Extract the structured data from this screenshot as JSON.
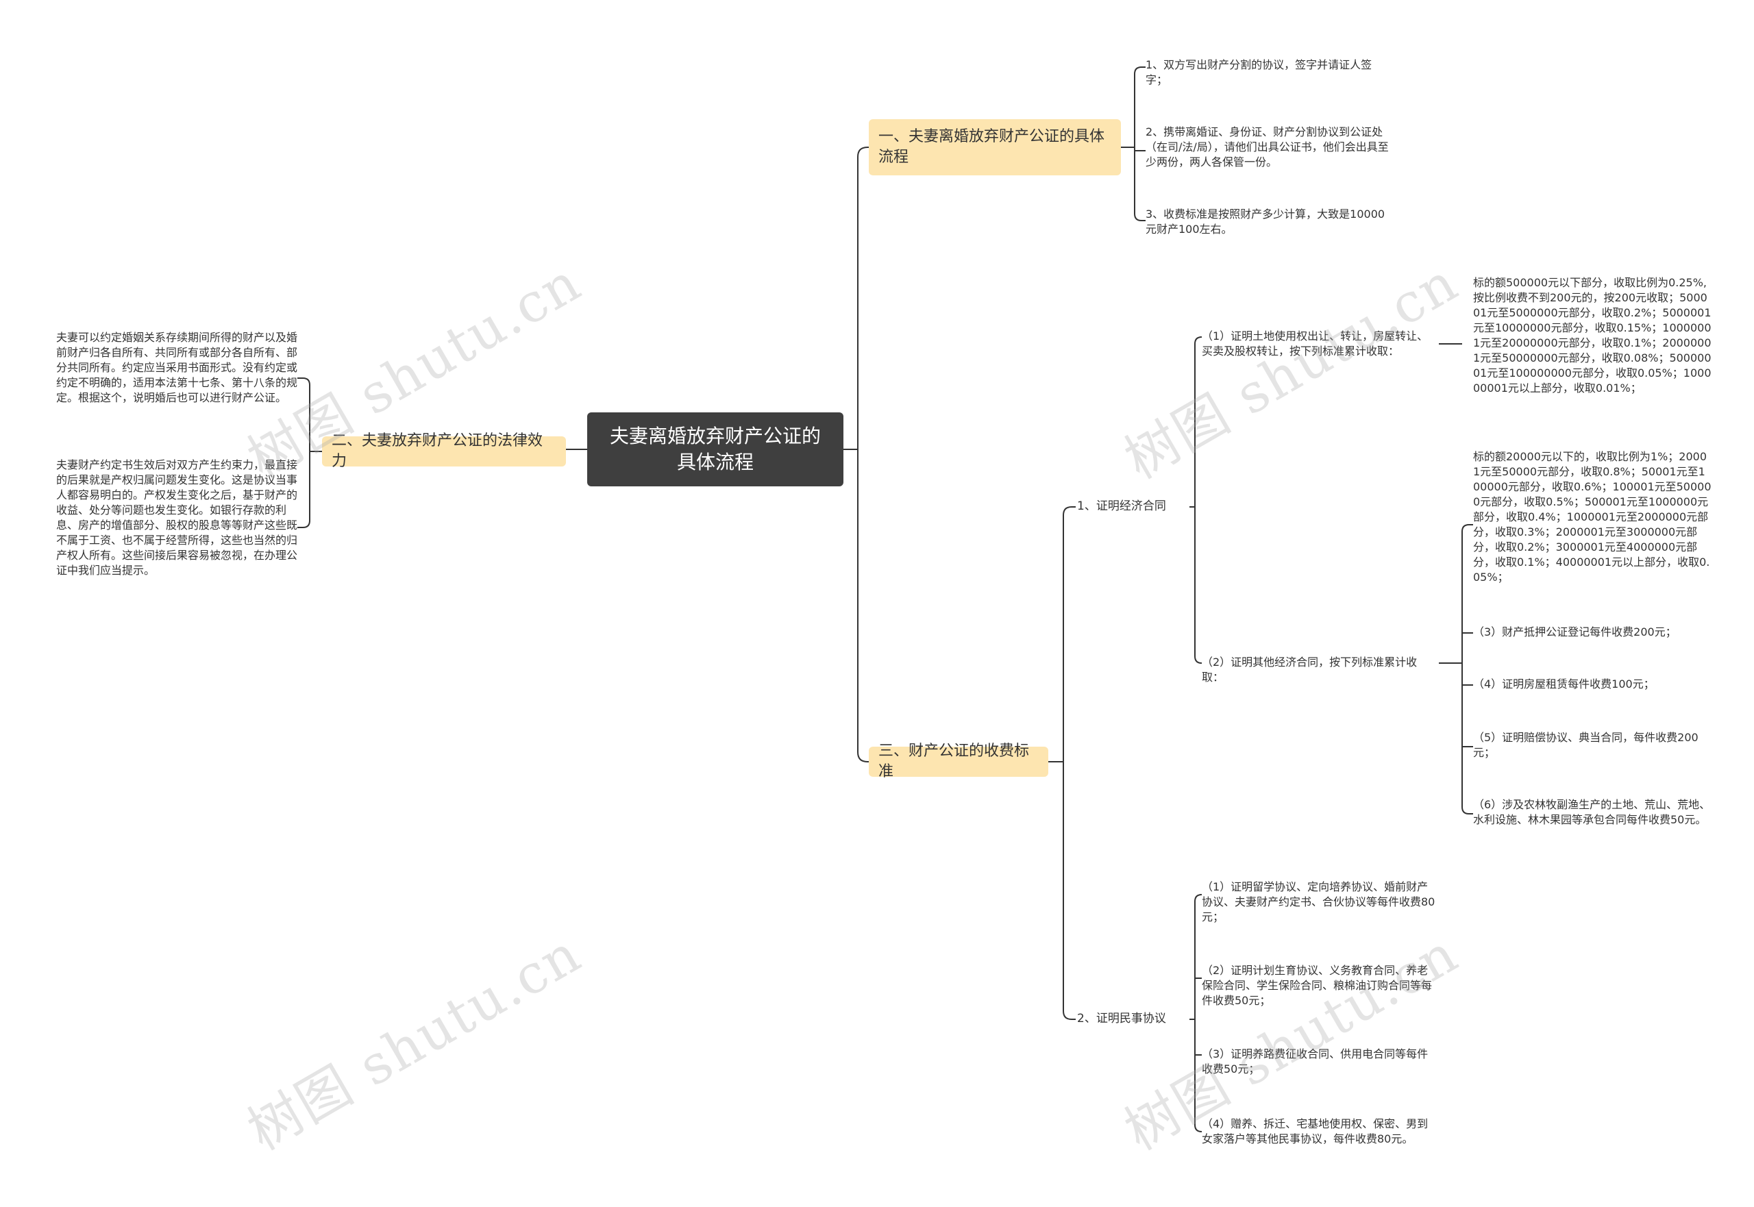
{
  "root": {
    "title": "夫妻离婚放弃财产公证的具体流程"
  },
  "branches": {
    "b1": {
      "label": "一、夫妻离婚放弃财产公证的具体流程",
      "items": [
        "1、双方写出财产分割的协议，签字并请证人签字；",
        "2、携带离婚证、身份证、财产分割协议到公证处（在司/法/局），请他们出具公证书，他们会出具至少两份，两人各保管一份。",
        "3、收费标准是按照财产多少计算，大致是10000元财产100左右。"
      ]
    },
    "b2": {
      "label": "二、夫妻放弃财产公证的法律效力",
      "items": [
        "夫妻可以约定婚姻关系存续期间所得的财产以及婚前财产归各自所有、共同所有或部分各自所有、部分共同所有。约定应当采用书面形式。没有约定或约定不明确的，适用本法第十七条、第十八条的规定。根据这个，说明婚后也可以进行财产公证。",
        "夫妻财产约定书生效后对双方产生约束力，最直接的后果就是产权归属问题发生变化。这是协议当事人都容易明白的。产权发生变化之后，基于财产的收益、处分等问题也发生变化。如银行存款的利息、房产的增值部分、股权的股息等等财产这些既不属于工资、也不属于经营所得，这些也当然的归产权人所有。这些间接后果容易被忽视，在办理公证中我们应当提示。"
      ]
    },
    "b3": {
      "label": "三、财产公证的收费标准",
      "economic": {
        "label": "1、证明经济合同",
        "land": {
          "label": "（1）证明土地使用权出让、转让，房屋转让、买卖及股权转让，按下列标准累计收取：",
          "detail": "标的额500000元以下部分，收取比例为0.25%,按比例收费不到200元的，按200元收取；500001元至5000000元部分，收取0.2%；5000001元至10000000元部分，收取0.15%；10000001元至20000000元部分，收取0.1%；20000001元至50000000元部分，收取0.08%；50000001元至100000000元部分，收取0.05%；100000001元以上部分，收取0.01%；"
        },
        "other": {
          "label": "（2）证明其他经济合同，按下列标准累计收取：",
          "items": [
            "标的额20000元以下的，收取比例为1%；20001元至50000元部分，收取0.8%；50001元至100000元部分，收取0.6%；100001元至500000元部分，收取0.5%；500001元至1000000元部分，收取0.4%；1000001元至2000000元部分，收取0.3%；2000001元至3000000元部分，收取0.2%；3000001元至4000000元部分，收取0.1%；40000001元以上部分，收取0.05%；",
            "（3）财产抵押公证登记每件收费200元；",
            "（4）证明房屋租赁每件收费100元；",
            "（5）证明赔偿协议、典当合同，每件收费200元；",
            "（6）涉及农林牧副渔生产的土地、荒山、荒地、水利设施、林木果园等承包合同每件收费50元。"
          ]
        }
      },
      "civil": {
        "label": "2、证明民事协议",
        "items": [
          "（1）证明留学协议、定向培养协议、婚前财产协议、夫妻财产约定书、合伙协议等每件收费80元；",
          "（2）证明计划生育协议、义务教育合同、养老保险合同、学生保险合同、粮棉油订购合同等每件收费50元；",
          "（3）证明养路费征收合同、供用电合同等每件收费50元；",
          "（4）赠养、拆迁、宅基地使用权、保密、男到女家落户等其他民事协议，每件收费80元。"
        ]
      }
    }
  },
  "watermarks": [
    "树图 shutu.cn",
    "树图 shutu.cn",
    "树图 shutu.cn",
    "树图 shutu.cn"
  ],
  "colors": {
    "root": "#3f3f3f",
    "branch": "#fde5b0",
    "line": "#333333"
  }
}
